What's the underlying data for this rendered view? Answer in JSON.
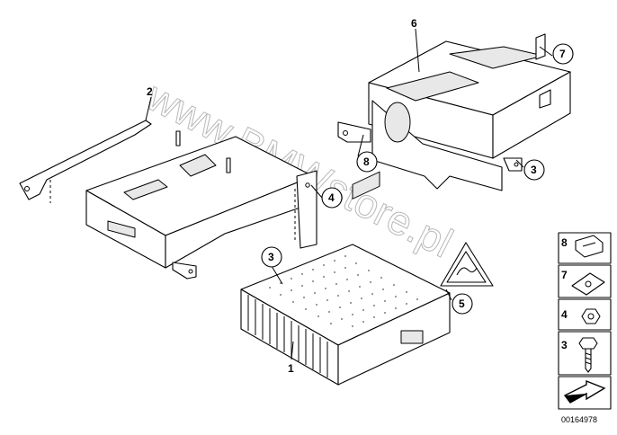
{
  "watermark": "www.BMWstore.pl",
  "callouts": {
    "c1": "1",
    "c2": "2",
    "c3a": "3",
    "c3b": "3",
    "c4": "4",
    "c5": "5",
    "c6": "6",
    "c7": "7",
    "c8": "8"
  },
  "legend": {
    "items": [
      {
        "num": "8",
        "icon": "clip-nut-icon"
      },
      {
        "num": "7",
        "icon": "spring-nut-icon"
      },
      {
        "num": "4",
        "icon": "hex-nut-icon"
      },
      {
        "num": "3",
        "icon": "hex-screw-icon"
      }
    ]
  },
  "reference_number": "00164978",
  "colors": {
    "line": "#000000",
    "fill": "#ffffff",
    "watermark": "#b8b8b8"
  }
}
